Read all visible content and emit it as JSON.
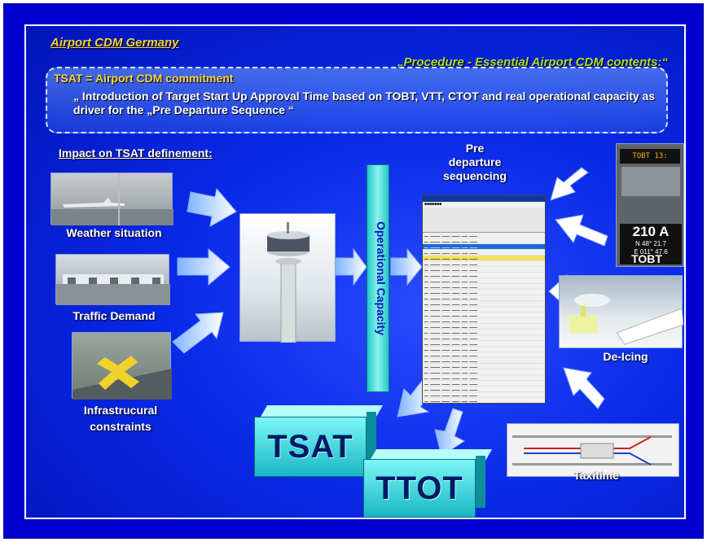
{
  "title": "Airport CDM Germany",
  "subtitle": "„Procedure - Essential Airport CDM contents:“",
  "commitment": {
    "heading": "TSAT = Airport CDM commitment",
    "text": "„ Introduction of Target Start Up Approval Time based on TOBT, VTT, CTOT and real operational capacity as driver for the „Pre Departure Sequence “"
  },
  "impact_heading": "Impact on TSAT definement:",
  "inputs": {
    "weather": "Weather situation",
    "traffic": "Traffic Demand",
    "infra": [
      "Infrastrucural",
      "constraints"
    ]
  },
  "operational_capacity": "Operational Capacity",
  "pre_departure": [
    "Pre",
    "departure",
    "sequencing"
  ],
  "right_inputs": {
    "tobt": "TOBT",
    "deicing": "De-Icing",
    "taxitime": "Taxitime"
  },
  "tobt_sign": {
    "top": "TOBT 13:",
    "gate": "210 A",
    "lat": "N 48° 21.7",
    "lon": "E 011° 47.6"
  },
  "outputs": {
    "tsat": "TSAT",
    "ttot": "TTOT"
  },
  "colors": {
    "background": "#0a2ae8",
    "title": "#f6d23a",
    "subtitle": "#a8e030",
    "box": "#19b8c4",
    "arrow": "#dff6ff"
  }
}
